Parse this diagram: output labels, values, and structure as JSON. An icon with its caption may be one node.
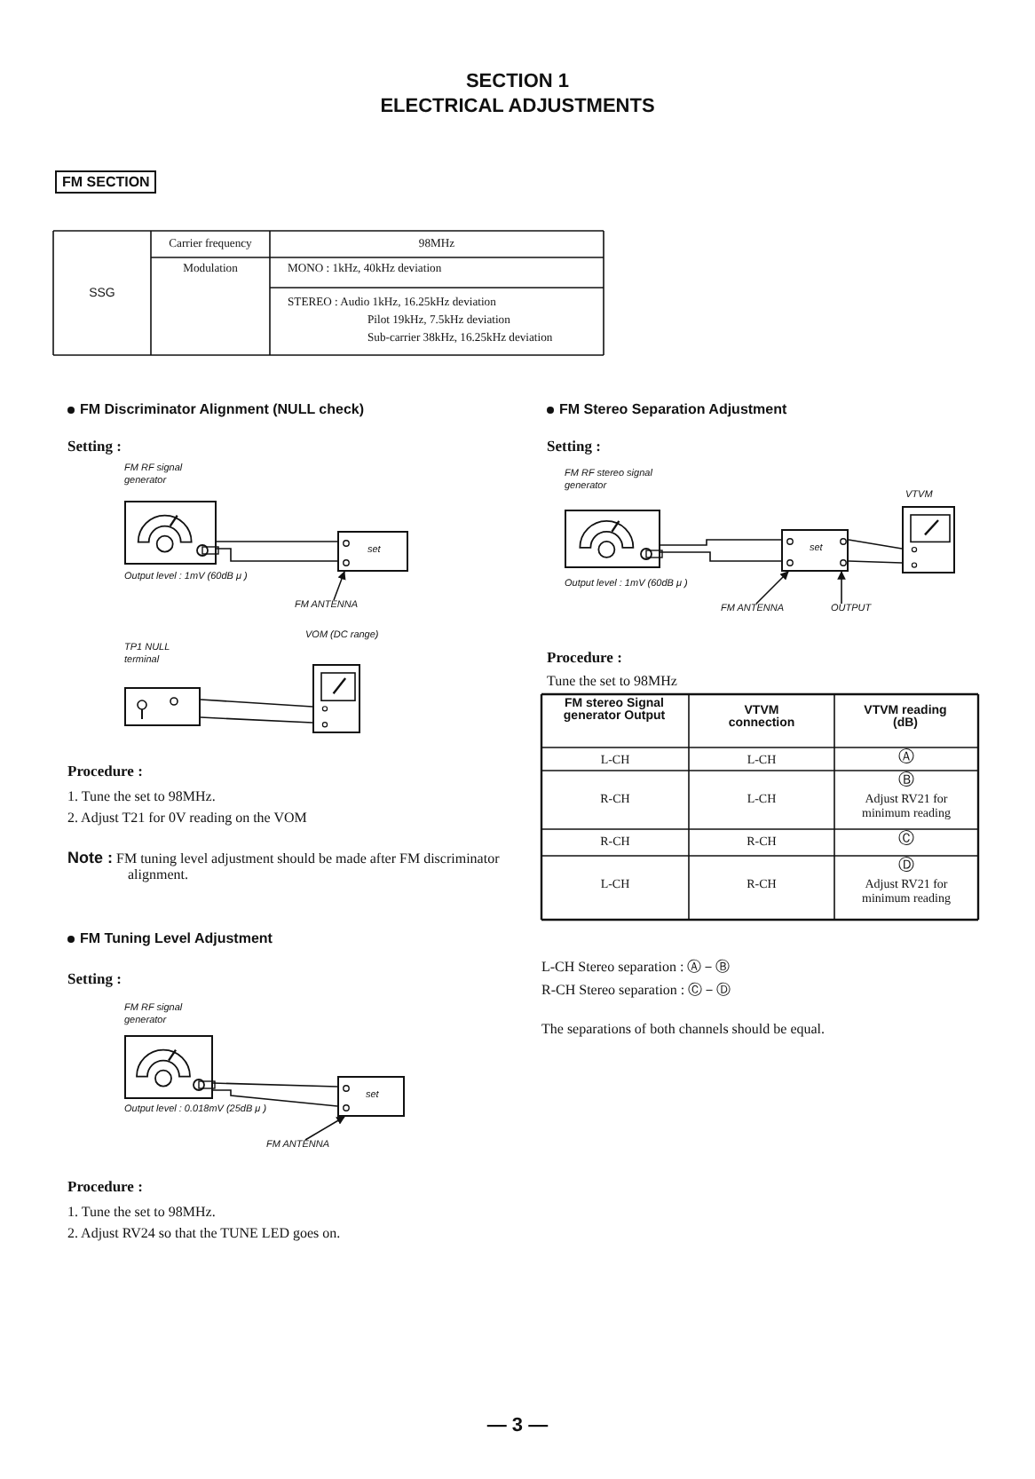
{
  "diagram": {
    "title": "SECTION 1",
    "nodes": [
      {
        "text": [
          "FM RF signal generator"
        ],
        "beside": [
          "Output level : 1mV (60dB μ )"
        ]
      },
      {
        "text": [
          "set"
        ]
      },
      {
        "text": [
          "FM ANTENNA"
        ]
      },
      {
        "text": [
          "TP1 NULL terminal"
        ]
      },
      {
        "text": [
          "VOM (DC range)"
        ]
      },
      {
        "text": [
          "FM RF stereo signal generator"
        ],
        "beside": [
          "Output level : 1mV (60dB μ )"
        ]
      },
      {
        "text": [
          "set"
        ]
      },
      {
        "text": [
          "VTVM"
        ]
      },
      {
        "text": [
          "FM ANTENNA"
        ]
      },
      {
        "text": [
          "OUTPUT"
        ]
      },
      {
        "text": [
          "FM RF signal generator"
        ],
        "beside": [
          "Output level : 0.018mV (25dB μ )"
        ]
      },
      {
        "text": [
          "set"
        ]
      },
      {
        "text": [
          "FM ANTENNA"
        ]
      }
    ],
    "edges": [
      {
        "from": 0,
        "to": 1,
        "arrow": "none"
      },
      {
        "from": 0,
        "to": 1,
        "arrow": "none"
      },
      {
        "from": 2,
        "to": 1,
        "arrow": "to"
      },
      {
        "from": 3,
        "to": 4,
        "arrow": "none"
      },
      {
        "from": 3,
        "to": 4,
        "arrow": "none"
      },
      {
        "from": 5,
        "to": 6,
        "arrow": "none"
      },
      {
        "from": 5,
        "to": 6,
        "arrow": "none"
      },
      {
        "from": 6,
        "to": 7,
        "arrow": "none"
      },
      {
        "from": 6,
        "to": 7,
        "arrow": "none"
      },
      {
        "from": 8,
        "to": 6,
        "arrow": "to"
      },
      {
        "from": 9,
        "to": 6,
        "arrow": "to"
      },
      {
        "from": 10,
        "to": 11,
        "arrow": "none"
      },
      {
        "from": 10,
        "to": 11,
        "arrow": "none"
      },
      {
        "from": 12,
        "to": 11,
        "arrow": "to"
      }
    ],
    "labels": [
      "ELECTRICAL ADJUSTMENTS",
      "FM SECTION",
      "SSG",
      "Carrier frequency",
      "98MHz",
      "Modulation",
      "MONO : 1kHz, 40kHz deviation",
      "STEREO : Audio 1kHz, 16.25kHz deviation",
      "Pilot 19kHz, 7.5kHz deviation",
      "Sub-carrier 38kHz, 16.25kHz deviation",
      "FM Discriminator Alignment (NULL check)",
      "Setting :",
      "Procedure :",
      "1. Tune the set to 98MHz.",
      "2. Adjust T21 for 0V reading on the VOM",
      "**Note :** FM tuning level adjustment should be made after FM discriminator alignment.",
      "FM Tuning Level Adjustment",
      "Setting :",
      "Procedure :",
      "1. Tune the set to 98MHz.",
      "2. Adjust RV24 so that the TUNE LED goes on.",
      "FM Stereo Separation Adjustment",
      "Setting :",
      "Procedure :",
      "Tune the set to 98MHz",
      "FM stereo Signal generator Output",
      "VTVM connection",
      "VTVM reading (dB)",
      "L-CH",
      "L-CH",
      "Ⓐ",
      "R-CH",
      "L-CH",
      "Ⓑ",
      "Adjust RV21 for minimum reading",
      "R-CH",
      "R-CH",
      "Ⓒ",
      "L-CH",
      "R-CH",
      "Ⓓ",
      "Adjust RV21 for minimum reading",
      "L-CH Stereo separation : Ⓐ－Ⓑ",
      "R-CH Stereo separation : Ⓒ－Ⓓ",
      "The separations of both channels should be equal.",
      "— 3 —"
    ]
  }
}
